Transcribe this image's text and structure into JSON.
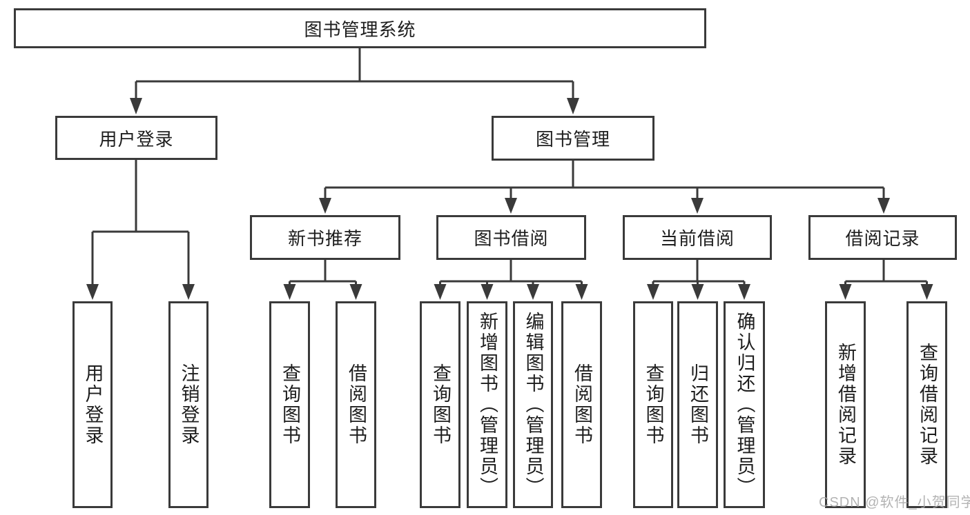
{
  "colors": {
    "line": "#3a3a3a",
    "text": "#1d1d1d",
    "box_bg": "#ffffff",
    "watermark": "#a6a6a6"
  },
  "tree": {
    "root": {
      "label": "图书管理系统"
    },
    "branches": [
      {
        "label": "用户登录",
        "leaves": [
          {
            "label": "用户登录"
          },
          {
            "label": "注销登录"
          }
        ]
      },
      {
        "label": "图书管理",
        "groups": [
          {
            "label": "新书推荐",
            "leaves": [
              {
                "label": "查询图书"
              },
              {
                "label": "借阅图书"
              }
            ]
          },
          {
            "label": "图书借阅",
            "leaves": [
              {
                "label": "查询图书"
              },
              {
                "label": "新增图书（管理员）"
              },
              {
                "label": "编辑图书（管理员）"
              },
              {
                "label": "借阅图书"
              }
            ]
          },
          {
            "label": "当前借阅",
            "leaves": [
              {
                "label": "查询图书"
              },
              {
                "label": "归还图书"
              },
              {
                "label": "确认归还（管理员）"
              }
            ]
          },
          {
            "label": "借阅记录",
            "leaves": [
              {
                "label": "新增借阅记录"
              },
              {
                "label": "查询借阅记录"
              }
            ]
          }
        ]
      }
    ]
  },
  "watermark": {
    "text": "CSDN @软件_小贺同学"
  }
}
